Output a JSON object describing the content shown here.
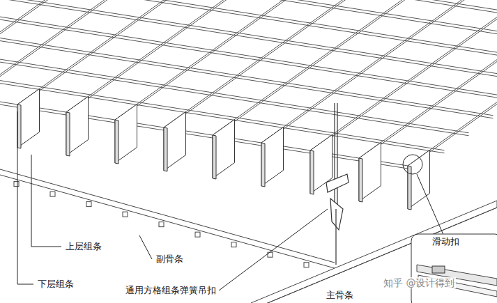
{
  "diagram": {
    "labels": [
      "上层组条",
      "副骨条",
      "下层组条",
      "通用方格组条弹簧吊扣",
      "主骨条",
      "滑动扣",
      "知乎 @设计得到"
    ]
  }
}
